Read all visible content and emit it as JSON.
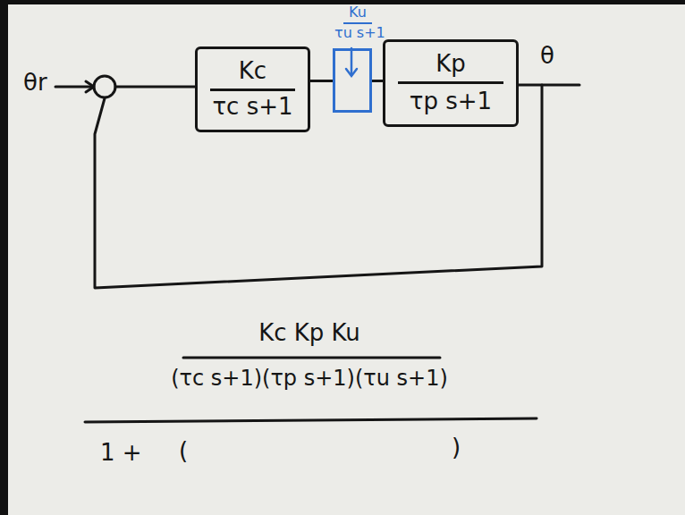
{
  "diagram": {
    "nodes": [
      {
        "text": [
          "Kc",
          "τc s+1"
        ]
      },
      {
        "text": [
          "Ku",
          "τu s+1"
        ]
      },
      {
        "text": [
          "Kp",
          "τp s+1"
        ]
      }
    ],
    "edges": [
      {
        "from": 0,
        "to": 1,
        "arrow": "none"
      },
      {
        "from": 1,
        "to": 2,
        "arrow": "none"
      }
    ],
    "labels": [
      "θr",
      "θ",
      "Kc Kp Ku",
      "(τc s+1)(τp s+1)(τu s+1)",
      "1 +",
      "(",
      ")"
    ]
  }
}
